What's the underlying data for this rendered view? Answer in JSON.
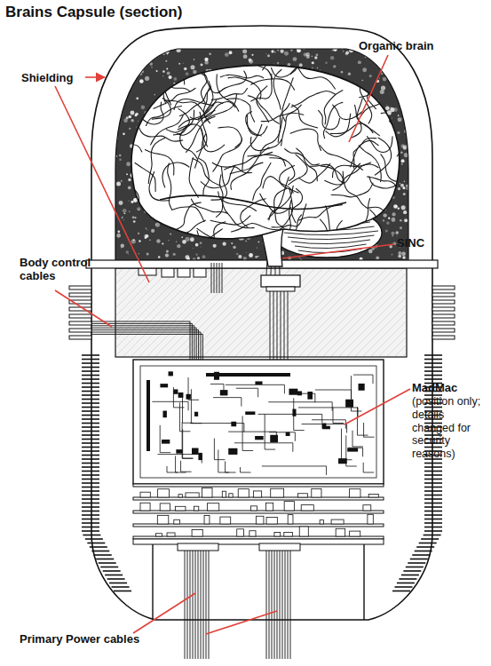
{
  "diagram": {
    "title": "Brains Capsule (section)",
    "labels": [
      "Shielding",
      "Organic brain",
      "SINC",
      "Body control cables",
      "MadMac",
      "(position only; details changed for security reasons)",
      "Primary Power cables"
    ]
  }
}
